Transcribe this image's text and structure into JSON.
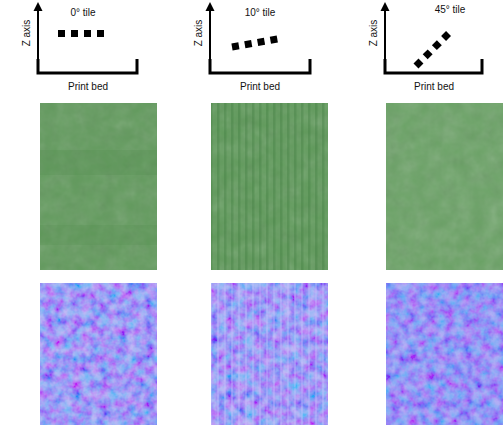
{
  "diagram": {
    "labels": [
      "Z axis",
      "0° tile",
      "Print bed",
      "Z axis",
      "10° tile",
      "Print bed",
      "Z axis",
      "45° tile",
      "Print bed"
    ]
  }
}
